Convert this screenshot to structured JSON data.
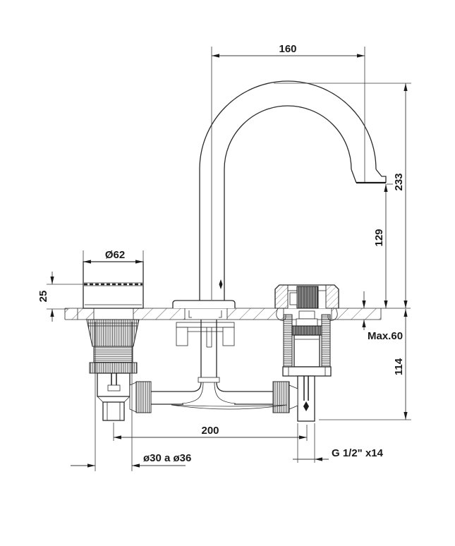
{
  "drawing": {
    "background": "#ffffff",
    "line_color": "#2a2a2a",
    "text_color": "#1a1a1a",
    "dimensions": {
      "spout_reach": "160",
      "spout_height": "233",
      "spout_outlet_height": "129",
      "handle_diameter": "Ø62",
      "handle_height_above_deck": "25",
      "max_deck_thickness": "Max.60",
      "under_deck_depth": "114",
      "handle_hole_spacing": "200",
      "mounting_hole_diameter": "ø30 a ø36",
      "inlet_thread": "G 1/2\" x14"
    }
  }
}
